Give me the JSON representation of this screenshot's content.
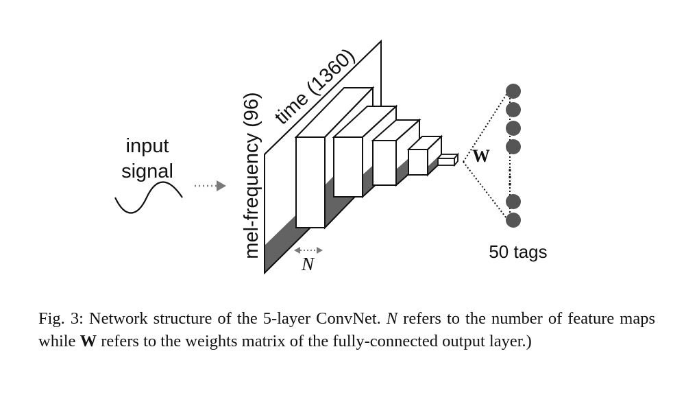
{
  "input": {
    "line1": "input",
    "line2": "signal"
  },
  "axes": {
    "frequency": "mel-frequency (96)",
    "time": "time (1360)"
  },
  "feature_maps_symbol": "N",
  "weights_symbol": "W",
  "output": {
    "label": "50 tags",
    "ellipsis": "⋮"
  },
  "caption": {
    "part1": "Fig. 3: Network structure of the 5-layer ConvNet. ",
    "n": "N",
    "part2": " refers to the number of feature maps while ",
    "w": "W",
    "part3": " refers to the weights matrix of the fully-connected output layer.)"
  },
  "colors": {
    "stroke": "#111111",
    "shade": "#636363",
    "node": "#555555",
    "arrow": "#7a7a7a"
  }
}
